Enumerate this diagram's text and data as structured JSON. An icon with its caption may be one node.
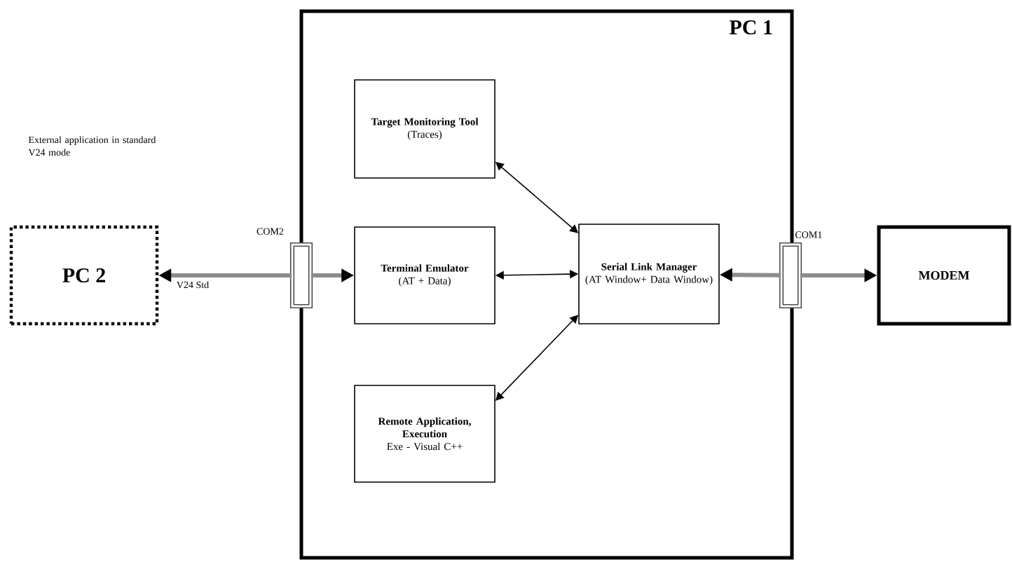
{
  "diagram": {
    "nodes": [
      {
        "text": [
          "PC 1"
        ]
      },
      {
        "text": [
          "Target Monitoring Tool",
          "(Traces)"
        ],
        "in": 0
      },
      {
        "text": [
          "Terminal Emulator",
          "(AT + Data)"
        ],
        "in": 0
      },
      {
        "text": [
          "Remote Application, Execution",
          "Exe - Visual C++"
        ],
        "in": 0
      },
      {
        "text": [
          "Serial Link Manager",
          "(AT Window+ Data Window)"
        ],
        "in": 0
      },
      {
        "text": [
          "COM2"
        ]
      },
      {
        "text": [
          "COM1"
        ]
      },
      {
        "text": [
          "PC 2"
        ]
      },
      {
        "text": [
          "MODEM"
        ]
      }
    ],
    "edges": [
      {
        "from": 5,
        "to": 7,
        "arrow": "to",
        "label": "V24 Std"
      },
      {
        "from": 5,
        "to": 2,
        "arrow": "to"
      },
      {
        "from": 1,
        "to": 4,
        "arrow": "both",
        "color": "#000000"
      },
      {
        "from": 2,
        "to": 4,
        "arrow": "both",
        "color": "#000000"
      },
      {
        "from": 3,
        "to": 4,
        "arrow": "both",
        "color": "#000000"
      },
      {
        "from": 6,
        "to": 4,
        "arrow": "to"
      },
      {
        "from": 6,
        "to": 8,
        "arrow": "to"
      }
    ],
    "labels": [
      "External application in standard V24 mode"
    ]
  }
}
